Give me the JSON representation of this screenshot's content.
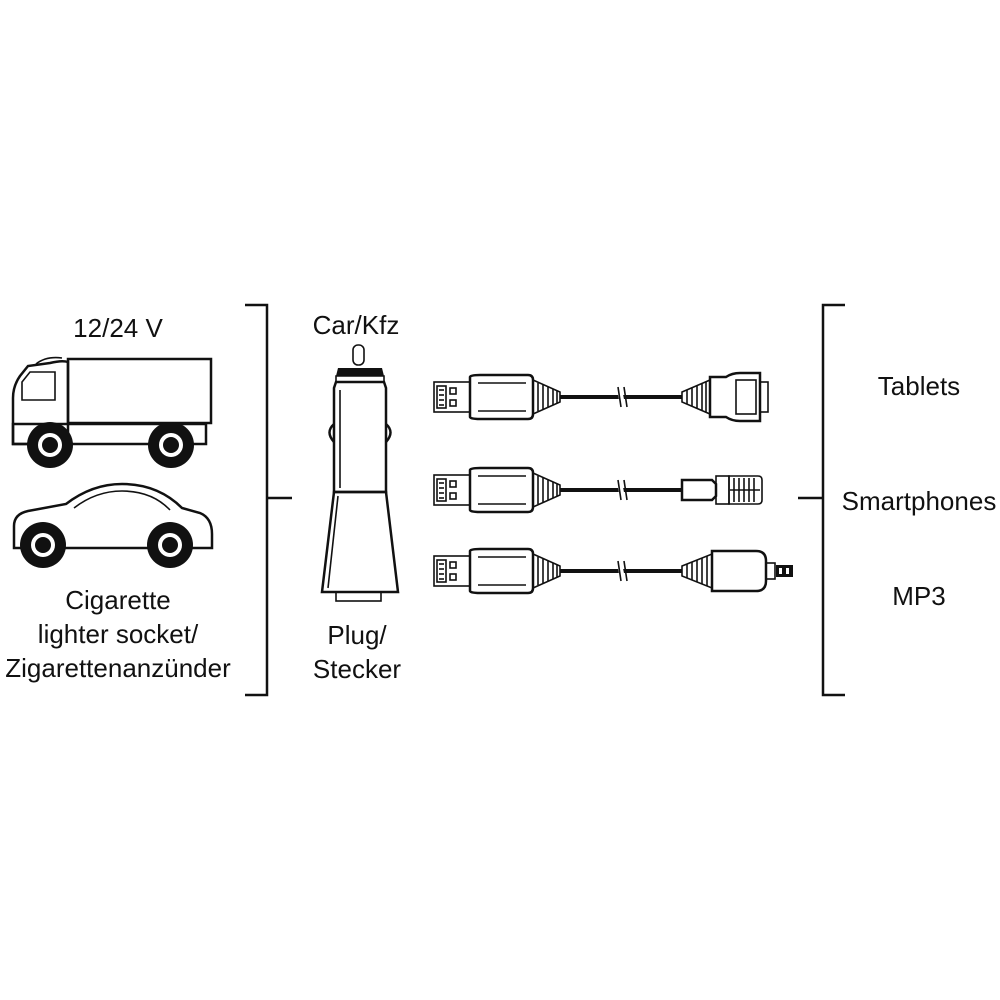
{
  "voltage_label": "12/24 V",
  "source": {
    "line1": "Cigarette",
    "line2": "lighter socket/",
    "line3": "Zigarettenanzünder"
  },
  "plug": {
    "top_label": "Car/Kfz",
    "bottom_line1": "Plug/",
    "bottom_line2": "Stecker"
  },
  "devices": [
    "Tablets",
    "Smartphones",
    "MP3"
  ],
  "icons": {
    "truck": "truck-icon",
    "car": "car-icon",
    "plug": "car-plug-icon",
    "cable": "usb-cable-icon"
  },
  "colors": {
    "ink": "#111111",
    "background": "#ffffff"
  }
}
